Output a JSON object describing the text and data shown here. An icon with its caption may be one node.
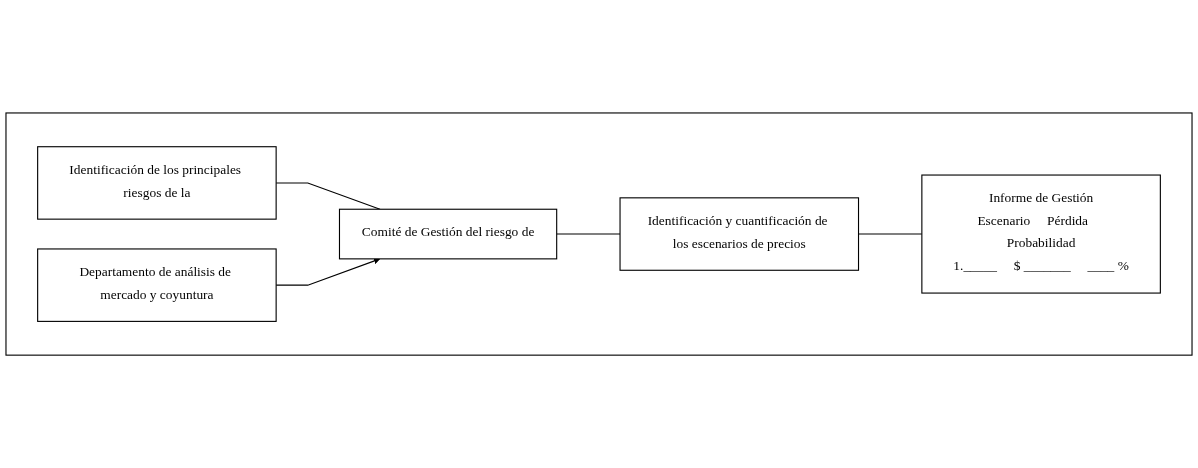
{
  "diagram": {
    "nodes": [
      {
        "text": [],
        "shape": "box"
      },
      {
        "text": [
          "Identificación de los principales riesgos de la"
        ],
        "in": 0
      },
      {
        "text": [
          "Comité de Gestión del riesgo de"
        ],
        "in": 0
      },
      {
        "text": [
          "Identificación y cuantificación de los escenarios de precios"
        ],
        "in": 0
      },
      {
        "text": [
          "Departamento de análisis de mercado y coyuntura"
        ],
        "in": 0
      },
      {
        "text": [
          "Informe de Gestión",
          "Escenario",
          "Pérdida",
          "Probabilidad",
          "1._____",
          "$ _______",
          "____ %"
        ],
        "in": 0
      }
    ],
    "edges": [
      {
        "from": 1,
        "to": 2,
        "arrow": "none"
      },
      {
        "from": 2,
        "to": 3,
        "arrow": "none"
      },
      {
        "from": 4,
        "to": 2,
        "arrow": "to"
      },
      {
        "from": 3,
        "to": 5,
        "arrow": "none"
      }
    ]
  }
}
